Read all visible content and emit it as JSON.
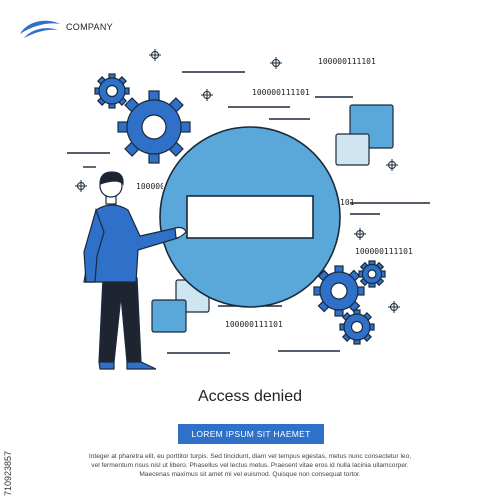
{
  "brand": {
    "name": "COMPANY"
  },
  "binary_labels": [
    "100000111101",
    "100000111101",
    "100000111101",
    "100000111101",
    "100000111101",
    "101"
  ],
  "headline": "Access denied",
  "cta_label": "LOREM IPSUM SIT HAEMET",
  "description": [
    "Integer at pharetra elit, eu porttitor turpis. Sed tincidunt, diam vel tempus egestas, metus nunc consectetur leo,",
    "vel fermentum risus nisl ut libero. Phasellus vel lectus metus. Praesent vitae eros id nulla lacinia ullamcorper.",
    "Maecenas maximus sit amet mi vel euismod. Quisque non consequat tortor."
  ],
  "stock_id": "710923857",
  "colors": {
    "accent": "#2f70c8",
    "light_blue": "#5aa7d9",
    "pale_blue": "#cfe6f1",
    "outline": "#1b2a3a"
  },
  "icons": [
    "company-logo-icon",
    "gear-icon",
    "no-entry-icon",
    "crosshair-icon",
    "square-tiles-icon",
    "businessman-figure"
  ]
}
